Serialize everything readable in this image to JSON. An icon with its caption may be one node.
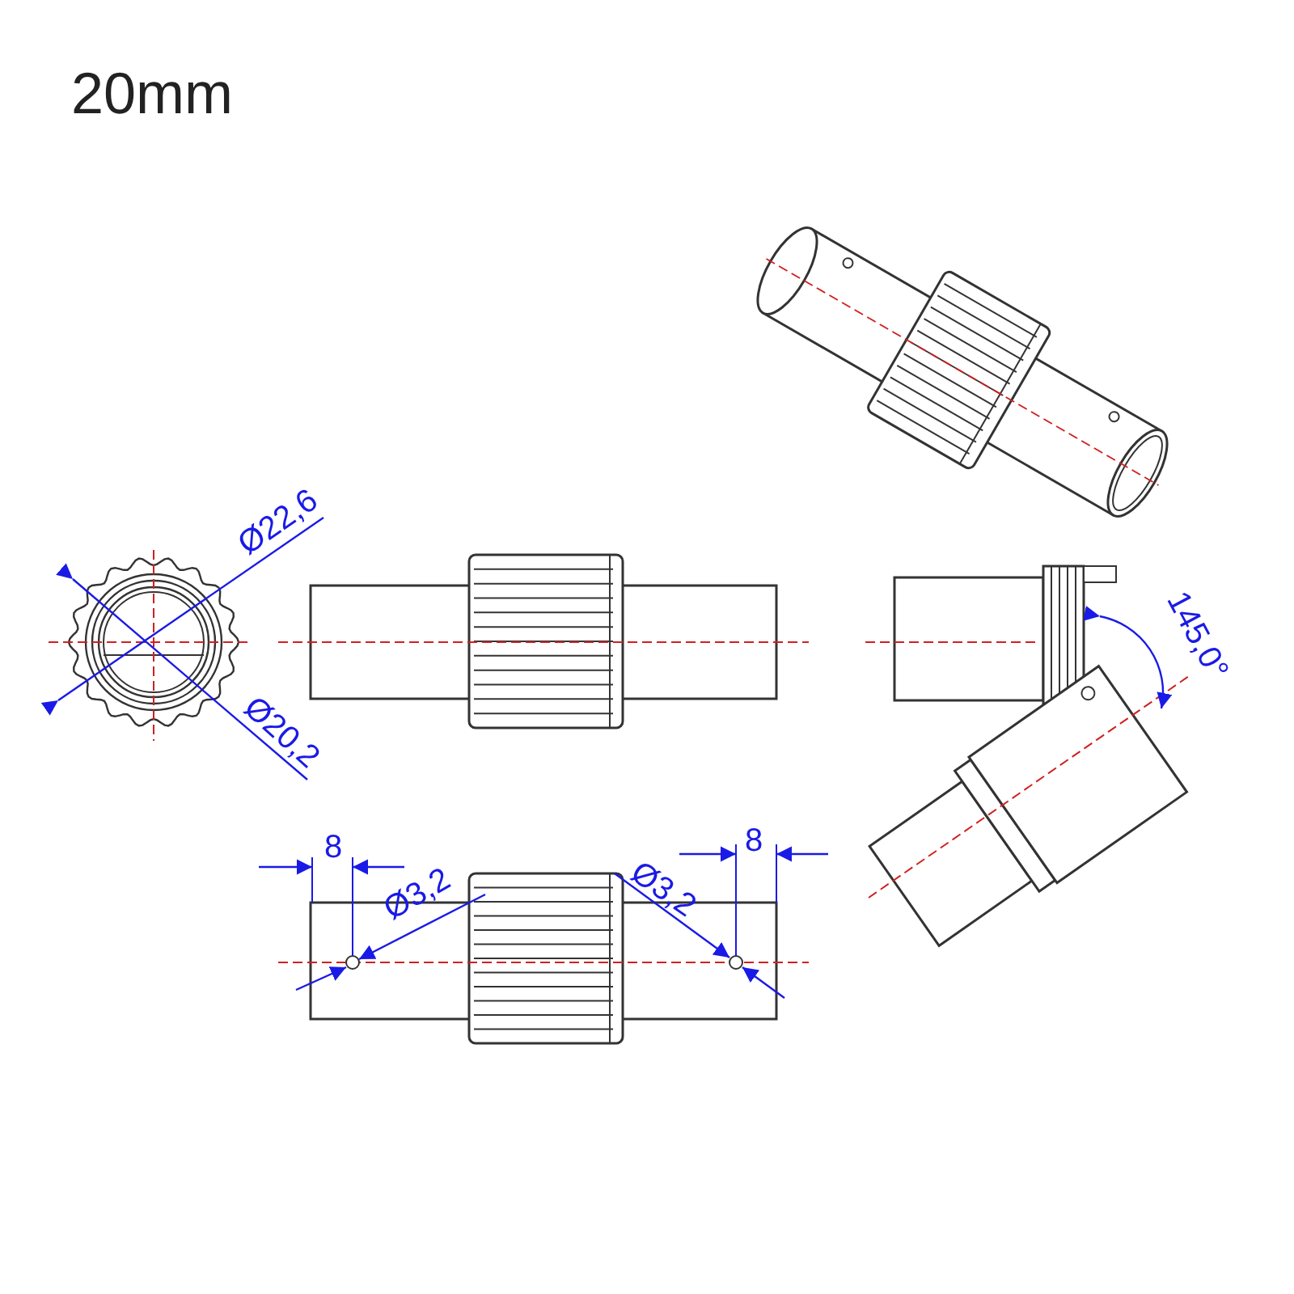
{
  "diagram": {
    "title": "20mm",
    "labels": [
      "Ø22,6",
      "145,0°",
      "Ø20,2",
      "8",
      "8",
      "Ø3,2",
      "Ø3,2"
    ]
  }
}
